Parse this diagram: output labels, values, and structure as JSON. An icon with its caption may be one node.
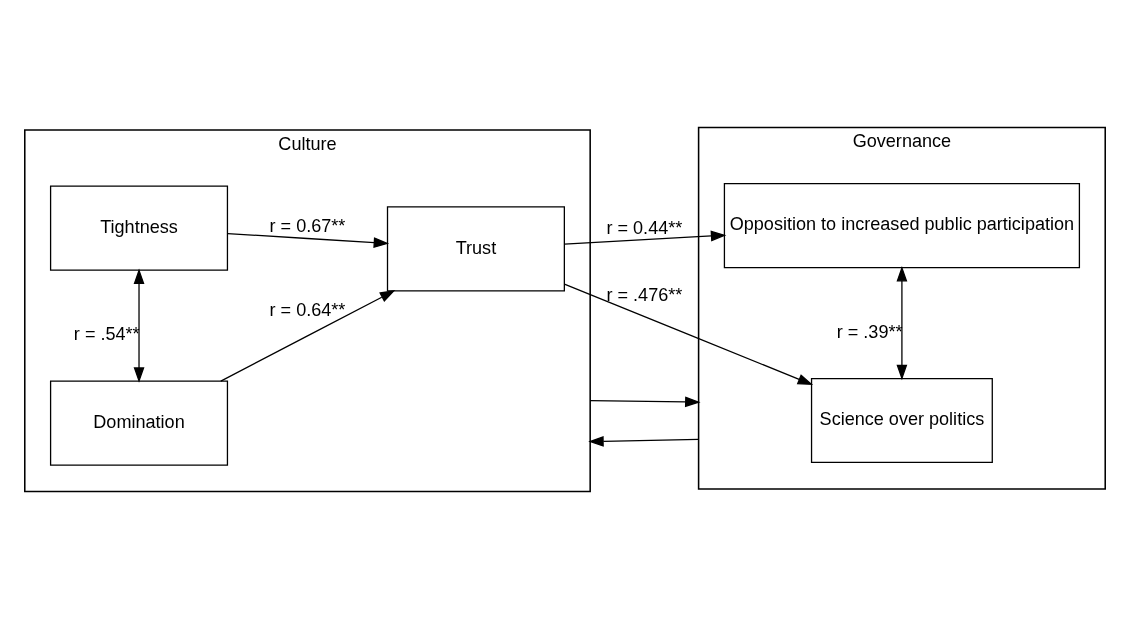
{
  "diagram": {
    "nodes": [
      {
        "text": [
          "Culture"
        ]
      },
      {
        "text": [
          "Domination"
        ],
        "in": 0
      },
      {
        "text": [
          "Tightness"
        ],
        "in": 0
      },
      {
        "text": [
          "Trust"
        ],
        "in": 0
      },
      {
        "text": [
          "Governance"
        ]
      },
      {
        "text": [
          "Science over politics"
        ],
        "in": 4
      },
      {
        "text": [
          "Opposition to increased public participation"
        ],
        "in": 4
      }
    ],
    "edges": [
      {
        "from": 4,
        "to": 0,
        "arrow": "to"
      },
      {
        "from": 1,
        "to": 2,
        "arrow": "both",
        "label": "r = .54**"
      },
      {
        "from": 1,
        "to": 3,
        "arrow": "to",
        "label": "r = 0.64**"
      },
      {
        "from": 2,
        "to": 3,
        "arrow": "to",
        "label": "r = 0.67**"
      },
      {
        "from": 3,
        "to": 5,
        "arrow": "to",
        "label": "r = .476**"
      },
      {
        "from": 3,
        "to": 6,
        "arrow": "to",
        "label": "r = 0.44**"
      },
      {
        "from": 5,
        "to": 6,
        "arrow": "both",
        "label": "r = .39**"
      },
      {
        "from": 0,
        "to": 4,
        "arrow": "to"
      }
    ]
  }
}
